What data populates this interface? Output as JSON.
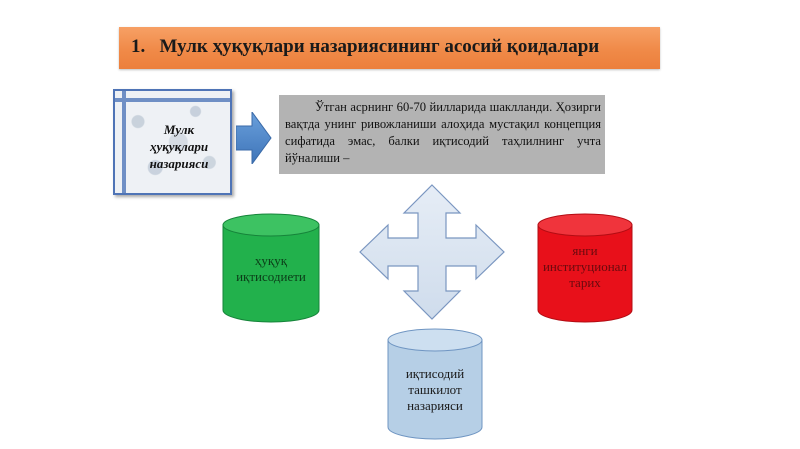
{
  "title": {
    "number": "1.",
    "text": "Мулк ҳуқуқлари назариясининг асосий қоидалари"
  },
  "concept_box": {
    "line1": "Мулк",
    "line2": "ҳуқуқлари",
    "line3": "назарияси"
  },
  "description": {
    "text": "Ўтган асрнинг 60-70 йилларида шаклланди. Ҳозирги вақтда унинг ривожланиши алоҳида мустақил концепция сифатида эмас, балки иқтисодий таҳлилнинг учта йўналиши –"
  },
  "cylinders": {
    "green": {
      "line1": "ҳуқуқ",
      "line2": "иқтисодиети"
    },
    "red": {
      "line1": "янги",
      "line2": "институционал",
      "line3": "тарих"
    },
    "blue": {
      "line1": "иқтисодий",
      "line2": "ташкилот",
      "line3": "назарияси"
    }
  },
  "colors": {
    "title_bar": "#f08a48",
    "green": "#22b14c",
    "red": "#e8101a",
    "blue": "#b6cfe6",
    "arrow_fill": "#dce6f2",
    "arrow_stroke": "#7a96c0",
    "right_arrow": "#4f86c6"
  }
}
